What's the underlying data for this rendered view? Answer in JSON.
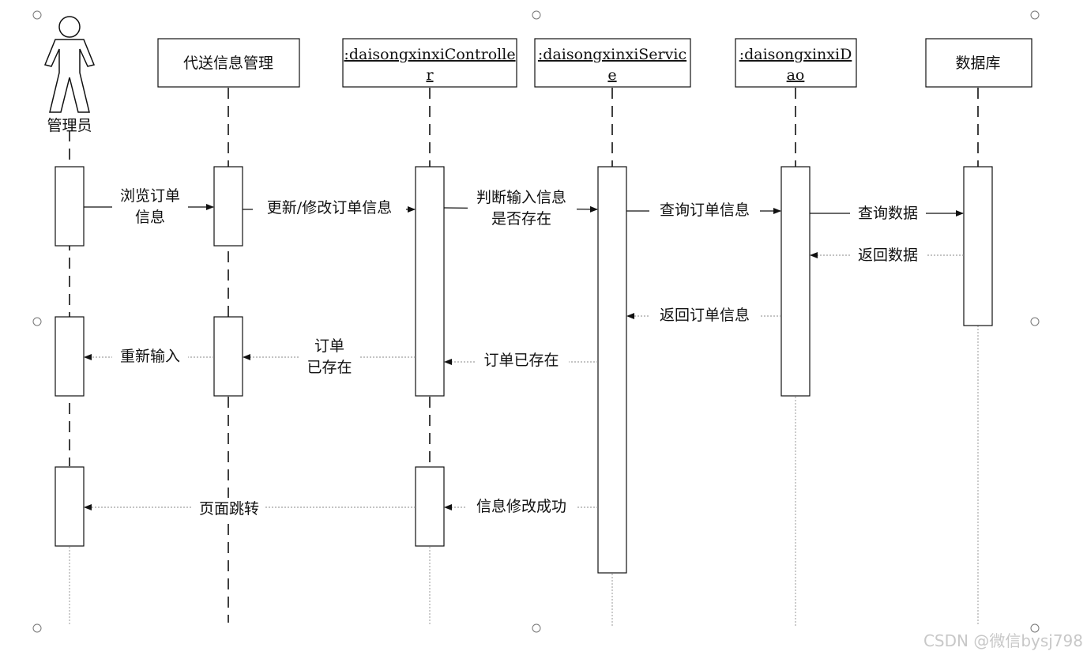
{
  "actor": {
    "label": "管理员"
  },
  "participants": [
    {
      "lines": [
        "代送信息管理"
      ],
      "underline": false
    },
    {
      "lines": [
        ":daisongxinxiControlle",
        "r"
      ],
      "underline": true
    },
    {
      "lines": [
        ":daisongxinxiServic",
        "e"
      ],
      "underline": true
    },
    {
      "lines": [
        ":daisongxinxiD",
        "ao"
      ],
      "underline": true
    },
    {
      "lines": [
        "数据库"
      ],
      "underline": false
    }
  ],
  "messages": [
    {
      "lines": [
        "浏览订单",
        "信息"
      ],
      "style": "solid"
    },
    {
      "lines": [
        "更新/修改订单信息"
      ],
      "style": "solid"
    },
    {
      "lines": [
        "判断输入信息",
        "是否存在"
      ],
      "style": "solid"
    },
    {
      "lines": [
        "查询订单信息"
      ],
      "style": "solid"
    },
    {
      "lines": [
        "查询数据"
      ],
      "style": "solid"
    },
    {
      "lines": [
        "返回数据"
      ],
      "style": "dotted"
    },
    {
      "lines": [
        "返回订单信息"
      ],
      "style": "dotted"
    },
    {
      "lines": [
        "订单已存在"
      ],
      "style": "dotted"
    },
    {
      "lines": [
        "订单",
        "已存在"
      ],
      "style": "dotted"
    },
    {
      "lines": [
        "重新输入"
      ],
      "style": "dotted"
    },
    {
      "lines": [
        "信息修改成功"
      ],
      "style": "dotted"
    },
    {
      "lines": [
        "页面跳转"
      ],
      "style": "dotted"
    }
  ],
  "watermark": "CSDN @微信bysj798"
}
